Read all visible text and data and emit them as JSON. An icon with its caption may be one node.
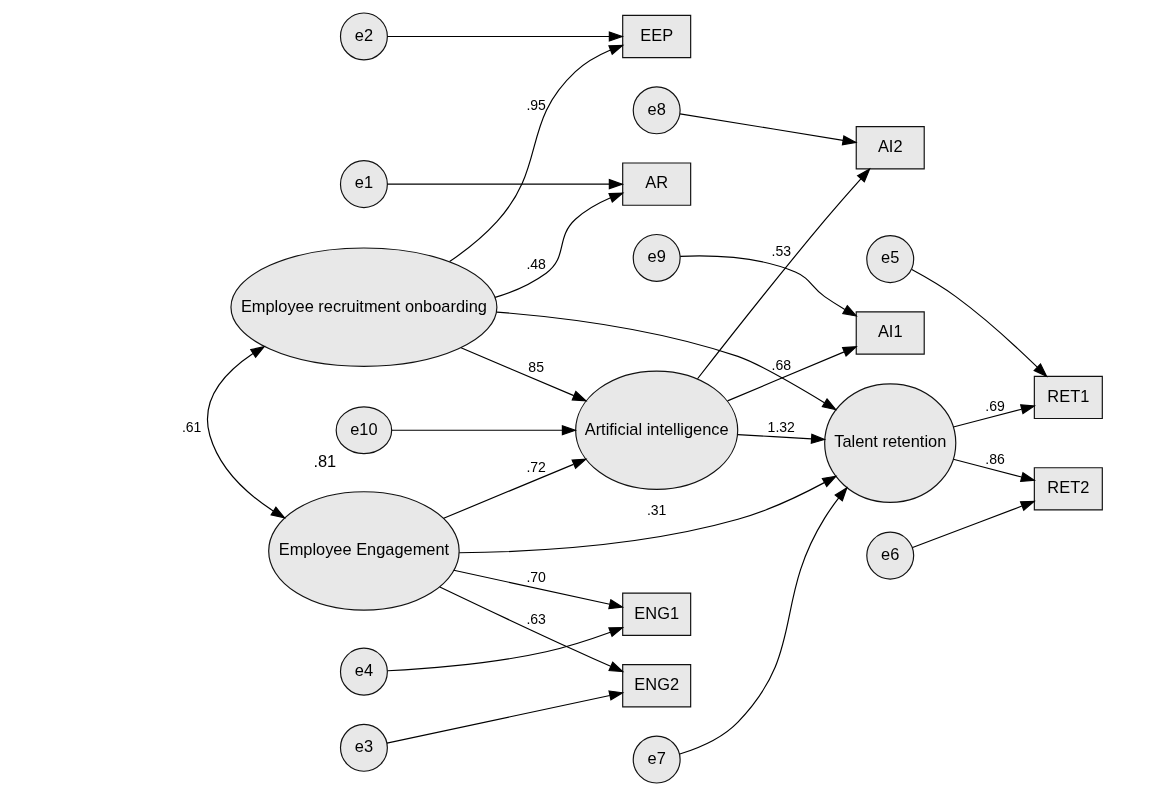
{
  "diagram": {
    "nodes": [
      {
        "text": [
          "e2"
        ]
      },
      {
        "text": [
          "EEP"
        ]
      },
      {
        "text": [
          "Employee recruitment onboarding"
        ]
      },
      {
        "text": [
          "e1"
        ]
      },
      {
        "text": [
          "AR"
        ]
      },
      {
        "text": [
          "e10"
        ],
        "beside": [
          ".81"
        ]
      },
      {
        "text": [
          "e7"
        ]
      },
      {
        "text": [
          "e9"
        ]
      },
      {
        "text": [
          "AI1"
        ]
      },
      {
        "text": [
          "Artificial intelligence"
        ]
      },
      {
        "text": [
          "Talent retention"
        ]
      },
      {
        "text": [
          "RET1"
        ]
      },
      {
        "text": [
          "e5"
        ]
      },
      {
        "text": [
          "e8"
        ]
      },
      {
        "text": [
          "AI2"
        ]
      },
      {
        "text": [
          "RET2"
        ]
      },
      {
        "text": [
          "e6"
        ]
      },
      {
        "text": [
          "e4"
        ]
      },
      {
        "text": [
          "ENG1"
        ]
      },
      {
        "text": [
          "Employee Engagement"
        ]
      },
      {
        "text": [
          "e3"
        ]
      },
      {
        "text": [
          "ENG2"
        ]
      }
    ],
    "edges": [
      {
        "from": 0,
        "to": 1,
        "arrow": "to"
      },
      {
        "from": 2,
        "to": 1,
        "arrow": "to",
        "label": ".95"
      },
      {
        "from": 3,
        "to": 4,
        "arrow": "to"
      },
      {
        "from": 2,
        "to": 4,
        "arrow": "to",
        "label": ".48"
      },
      {
        "from": 2,
        "to": 19,
        "arrow": "both",
        "label": ".61"
      },
      {
        "from": 2,
        "to": 9,
        "arrow": "to",
        "label": "85"
      },
      {
        "from": 2,
        "to": 10,
        "arrow": "to"
      },
      {
        "from": 5,
        "to": 9,
        "arrow": "to"
      },
      {
        "from": 6,
        "to": 10,
        "arrow": "to"
      },
      {
        "from": 7,
        "to": 8,
        "arrow": "to"
      },
      {
        "from": 9,
        "to": 8,
        "arrow": "to",
        "label": ".68"
      },
      {
        "from": 13,
        "to": 14,
        "arrow": "to"
      },
      {
        "from": 9,
        "to": 14,
        "arrow": "to",
        "label": ".53"
      },
      {
        "from": 9,
        "to": 10,
        "arrow": "to",
        "label": "1.32"
      },
      {
        "from": 10,
        "to": 11,
        "arrow": "to",
        "label": ".69"
      },
      {
        "from": 12,
        "to": 11,
        "arrow": "to"
      },
      {
        "from": 10,
        "to": 15,
        "arrow": "to",
        "label": ".86"
      },
      {
        "from": 16,
        "to": 15,
        "arrow": "to"
      },
      {
        "from": 19,
        "to": 9,
        "arrow": "to",
        "label": ".72"
      },
      {
        "from": 19,
        "to": 10,
        "arrow": "to",
        "label": ".31"
      },
      {
        "from": 17,
        "to": 18,
        "arrow": "to"
      },
      {
        "from": 19,
        "to": 18,
        "arrow": "to",
        "label": ".70"
      },
      {
        "from": 20,
        "to": 21,
        "arrow": "to"
      },
      {
        "from": 19,
        "to": 21,
        "arrow": "to",
        "label": ".63"
      }
    ]
  }
}
